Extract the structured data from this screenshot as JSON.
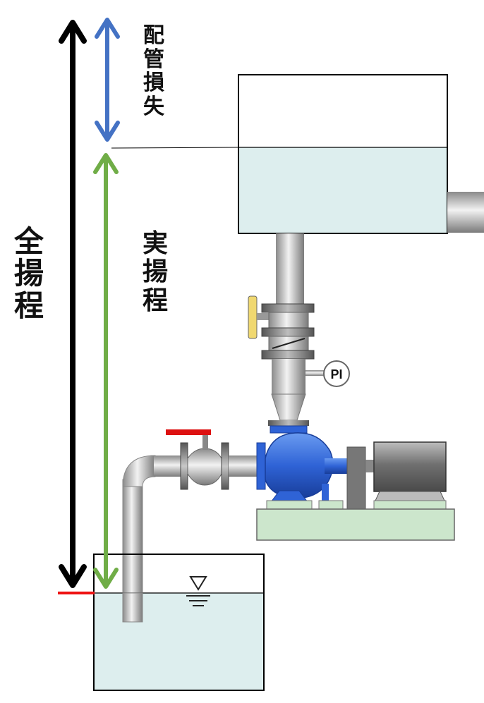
{
  "labels": {
    "total_head": [
      "全",
      "揚",
      "程"
    ],
    "pipe_loss": [
      "配",
      "管",
      "損",
      "失"
    ],
    "actual_head": [
      "実",
      "揚",
      "程"
    ],
    "pressure_gauge": "PI"
  },
  "colors": {
    "total_head_arrow": "#000000",
    "pipe_loss_arrow": "#4472c4",
    "actual_head_arrow": "#70ad47",
    "water": "#ddeeee",
    "pump": "#3366cc",
    "base": "#cce6cc",
    "valve_handle": "#dd1111",
    "ref_line": "#ee1111"
  },
  "icons": {
    "water_surface_mark": "triangle-down-with-lines"
  }
}
